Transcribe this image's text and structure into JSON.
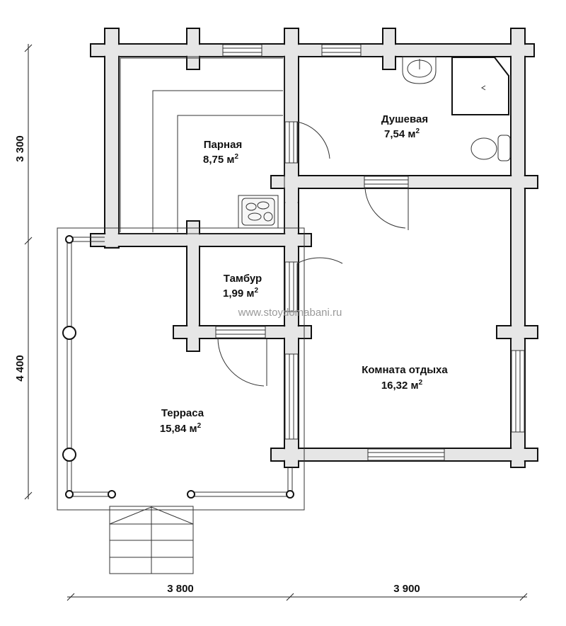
{
  "rooms": [
    {
      "name": "Парная",
      "area": "8,75 м",
      "sup": "2"
    },
    {
      "name": "Душевая",
      "area": "7,54 м",
      "sup": "2"
    },
    {
      "name": "Тамбур",
      "area": "1,99 м",
      "sup": "2"
    },
    {
      "name": "Комната отдыха",
      "area": "16,32 м",
      "sup": "2"
    },
    {
      "name": "Терраса",
      "area": "15,84 м",
      "sup": "2"
    }
  ],
  "dimensions": {
    "left_top": "3 300",
    "left_bottom": "4 400",
    "bottom_left": "3 800",
    "bottom_right": "3 900"
  },
  "watermark": "www.stoydomabani.ru"
}
